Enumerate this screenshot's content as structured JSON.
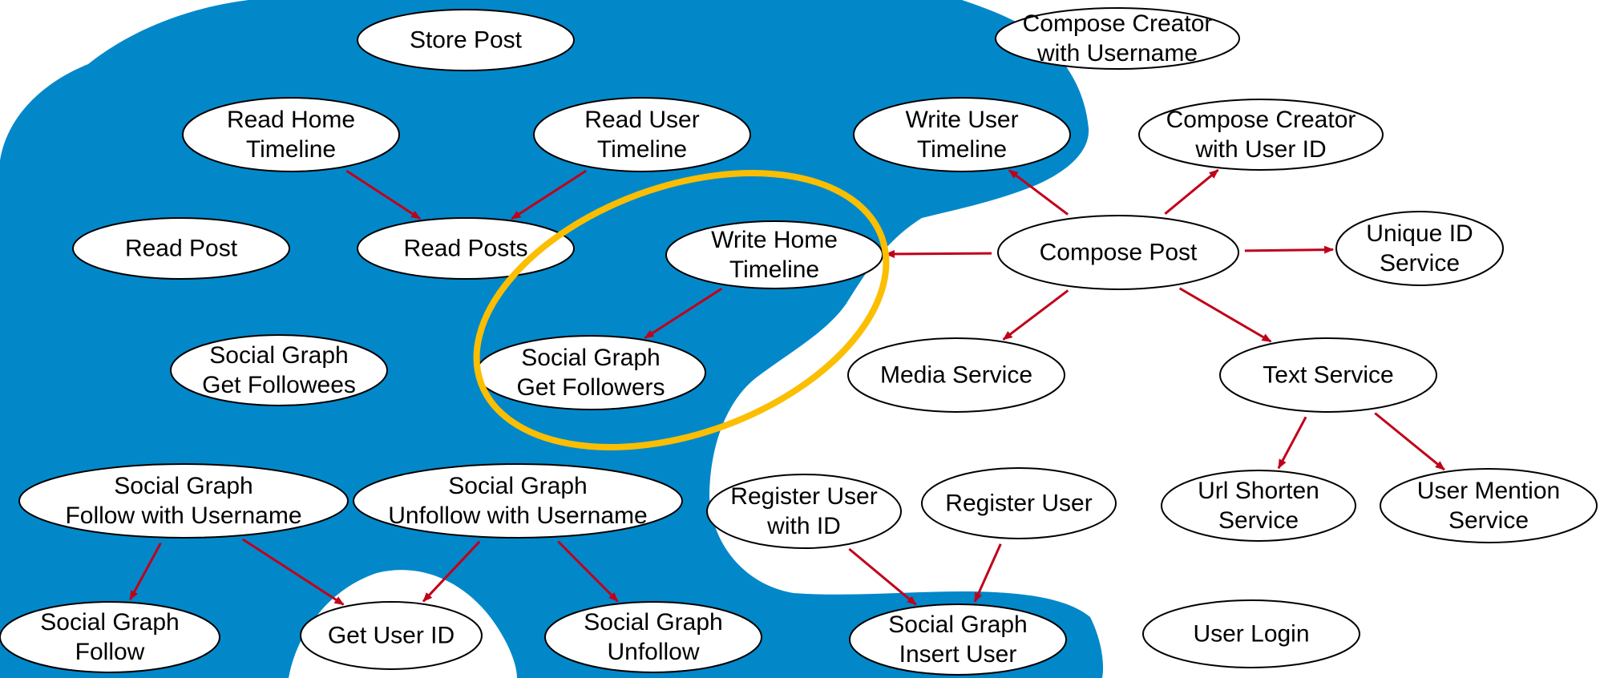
{
  "colors": {
    "region_fill": "#0288c9",
    "node_fill": "#ffffff",
    "node_stroke": "#000000",
    "edge": "#c0001a",
    "highlight": "#fbbe00",
    "text": "#000000"
  },
  "nodes": {
    "store_post": [
      "Store Post"
    ],
    "compose_creator_username": [
      "Compose Creator",
      "with Username"
    ],
    "read_home_timeline": [
      "Read Home",
      "Timeline"
    ],
    "read_user_timeline": [
      "Read User",
      "Timeline"
    ],
    "write_user_timeline": [
      "Write User",
      "Timeline"
    ],
    "compose_creator_userid": [
      "Compose Creator",
      "with User ID"
    ],
    "read_post": [
      "Read Post"
    ],
    "read_posts": [
      "Read Posts"
    ],
    "write_home_timeline": [
      "Write Home",
      "Timeline"
    ],
    "compose_post": [
      "Compose Post"
    ],
    "unique_id_service": [
      "Unique ID",
      "Service"
    ],
    "social_graph_get_followees": [
      "Social Graph",
      "Get Followees"
    ],
    "social_graph_get_followers": [
      "Social Graph",
      "Get Followers"
    ],
    "media_service": [
      "Media Service"
    ],
    "text_service": [
      "Text Service"
    ],
    "social_graph_follow_with_username": [
      "Social Graph",
      "Follow with Username"
    ],
    "social_graph_unfollow_with_username": [
      "Social Graph",
      "Unfollow with Username"
    ],
    "register_user_with_id": [
      "Register User",
      "with ID"
    ],
    "register_user": [
      "Register User"
    ],
    "url_shorten_service": [
      "Url Shorten",
      "Service"
    ],
    "user_mention_service": [
      "User Mention",
      "Service"
    ],
    "social_graph_follow": [
      "Social Graph",
      "Follow"
    ],
    "get_user_id": [
      "Get User ID"
    ],
    "social_graph_unfollow": [
      "Social Graph",
      "Unfollow"
    ],
    "social_graph_insert_user": [
      "Social Graph",
      "Insert User"
    ],
    "user_login": [
      "User Login"
    ]
  },
  "edges": [
    {
      "from": "read_home_timeline",
      "to": "read_posts"
    },
    {
      "from": "read_user_timeline",
      "to": "read_posts"
    },
    {
      "from": "write_home_timeline",
      "to": "social_graph_get_followers"
    },
    {
      "from": "compose_post",
      "to": "write_home_timeline"
    },
    {
      "from": "compose_post",
      "to": "write_user_timeline"
    },
    {
      "from": "compose_post",
      "to": "compose_creator_userid"
    },
    {
      "from": "compose_post",
      "to": "unique_id_service"
    },
    {
      "from": "compose_post",
      "to": "media_service"
    },
    {
      "from": "compose_post",
      "to": "text_service"
    },
    {
      "from": "text_service",
      "to": "url_shorten_service"
    },
    {
      "from": "text_service",
      "to": "user_mention_service"
    },
    {
      "from": "social_graph_follow_with_username",
      "to": "social_graph_follow"
    },
    {
      "from": "social_graph_follow_with_username",
      "to": "get_user_id"
    },
    {
      "from": "social_graph_unfollow_with_username",
      "to": "get_user_id"
    },
    {
      "from": "social_graph_unfollow_with_username",
      "to": "social_graph_unfollow"
    },
    {
      "from": "register_user_with_id",
      "to": "social_graph_insert_user"
    },
    {
      "from": "register_user",
      "to": "social_graph_insert_user"
    }
  ],
  "highlighted_group": [
    "write_home_timeline",
    "social_graph_get_followers"
  ]
}
